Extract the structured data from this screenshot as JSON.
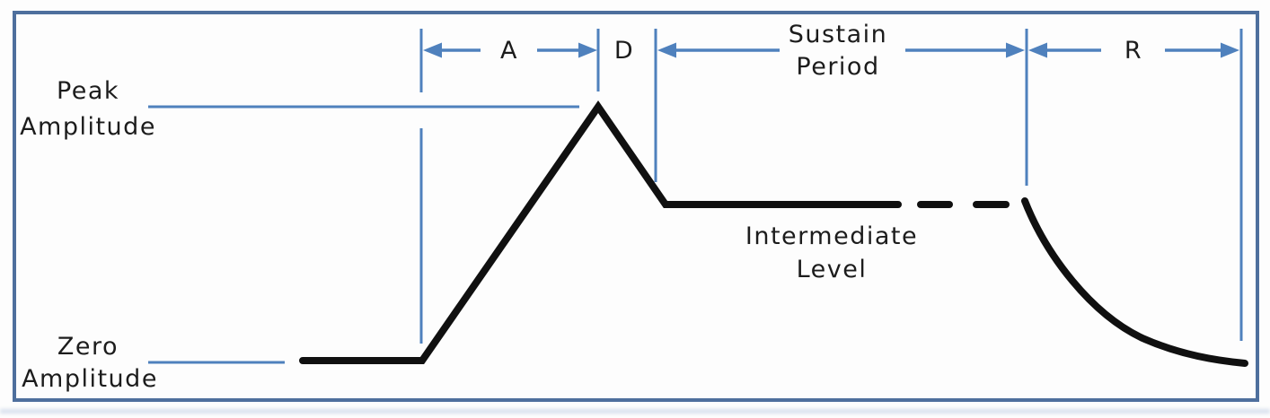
{
  "diagram": {
    "type": "adsr-envelope",
    "labels": {
      "peak_amplitude": {
        "line1": "Peak",
        "line2": "Amplitude"
      },
      "zero_amplitude": {
        "line1": "Zero",
        "line2": "Amplitude"
      },
      "intermediate_level": {
        "line1": "Intermediate",
        "line2": "Level"
      },
      "sustain_period": {
        "line1": "Sustain",
        "line2": "Period"
      },
      "attack": "A",
      "decay": "D",
      "release": "R"
    },
    "colors": {
      "dimension_blue": "#4f81bd",
      "border_blue": "#4e6f9d",
      "envelope_black": "#101010",
      "background": "#fdfdfd",
      "text_color": "#1c1c1c"
    }
  }
}
